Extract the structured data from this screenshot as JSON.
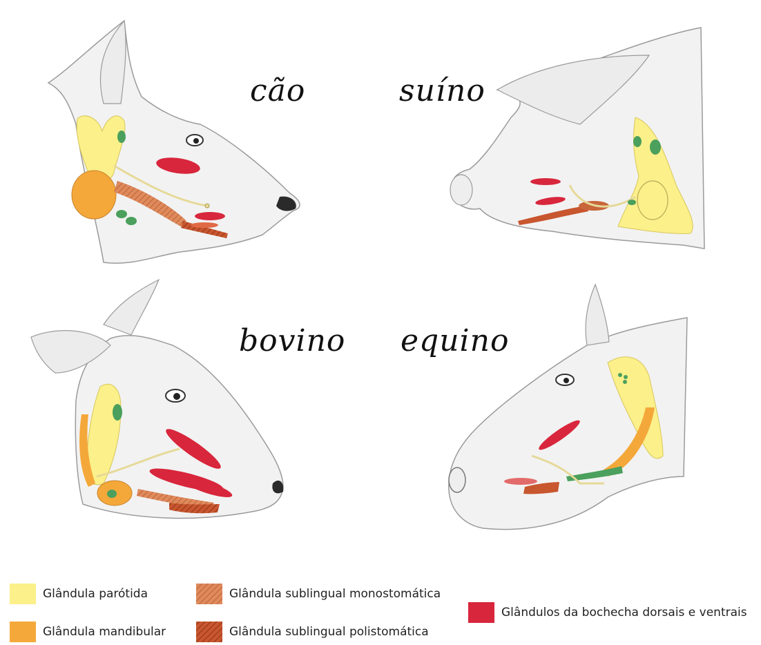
{
  "labels": {
    "dog": "cão",
    "pig": "suíno",
    "cow": "bovino",
    "horse": "equino"
  },
  "colors": {
    "parotid": "#fbf08a",
    "mandibular": "#f4a83a",
    "sublingual_mono": "#e08a5c",
    "sublingual_poly": "#c8562e",
    "buccal": "#d8263c",
    "green": "#4aa05c",
    "duct": "#f1e7b0",
    "skin": "#f2f2f2",
    "outline": "#9a9a9a"
  },
  "legend": [
    {
      "key": "parotid",
      "label": "Glândula parótida",
      "swatch": "parotid-swatch"
    },
    {
      "key": "mandibular",
      "label": "Glândula mandibular",
      "swatch": "mandibular-swatch"
    },
    {
      "key": "sublingual_mono",
      "label": "Glândula sublingual monostomática",
      "swatch": "sublingual-mono-swatch"
    },
    {
      "key": "sublingual_poly",
      "label": "Glândula sublingual polistomática",
      "swatch": "sublingual-poly-swatch"
    },
    {
      "key": "buccal",
      "label": "Glândulos da bochecha dorsais e ventrais",
      "swatch": "buccal-swatch"
    }
  ]
}
